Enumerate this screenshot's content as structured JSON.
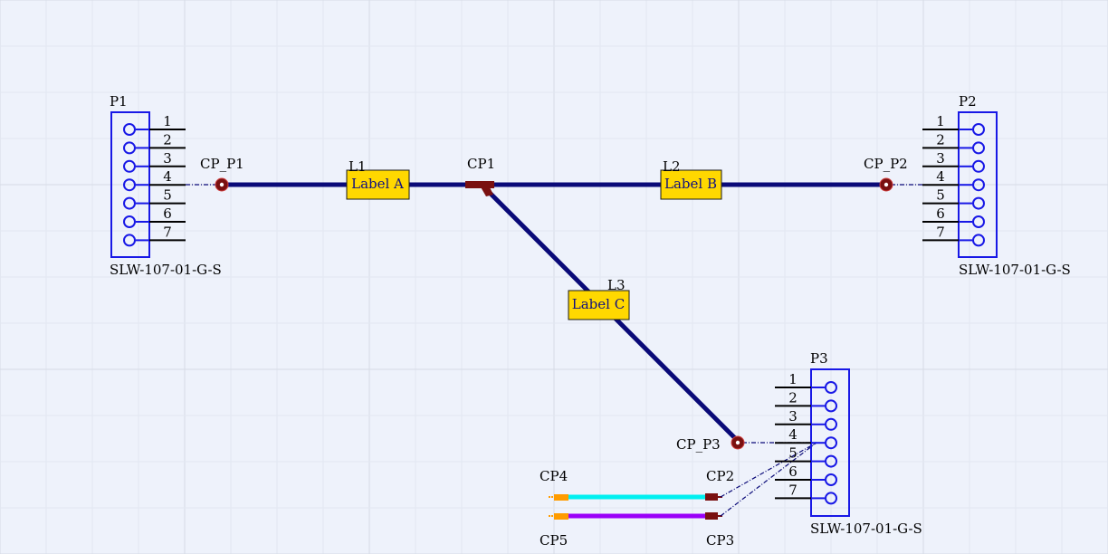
{
  "colors": {
    "background": "#eef2fb",
    "grid_minor": "#e2e7f1",
    "grid_major": "#d6dbe6",
    "wire": "#0a0a78",
    "pin_line": "#000000",
    "connector": "#1818e6",
    "junction": "#7a1010",
    "label_fill": "#ffd800",
    "label_text": "#101080",
    "cyan_wire": "#00f0f0",
    "purple_wire": "#9a00f8",
    "orange_end": "#ff9c00"
  },
  "connectors": {
    "p1": {
      "ref": "P1",
      "part": "SLW-107-01-G-S",
      "pins": [
        "1",
        "2",
        "3",
        "4",
        "5",
        "6",
        "7"
      ]
    },
    "p2": {
      "ref": "P2",
      "part": "SLW-107-01-G-S",
      "pins": [
        "1",
        "2",
        "3",
        "4",
        "5",
        "6",
        "7"
      ]
    },
    "p3": {
      "ref": "P3",
      "part": "SLW-107-01-G-S",
      "pins": [
        "1",
        "2",
        "3",
        "4",
        "5",
        "6",
        "7"
      ]
    }
  },
  "points": {
    "cp_p1": "CP_P1",
    "cp_p2": "CP_P2",
    "cp_p3": "CP_P3",
    "cp1": "CP1",
    "cp2": "CP2",
    "cp3": "CP3",
    "cp4": "CP4",
    "cp5": "CP5"
  },
  "lines": {
    "l1": {
      "ref": "L1",
      "label": "Label A"
    },
    "l2": {
      "ref": "L2",
      "label": "Label B"
    },
    "l3": {
      "ref": "L3",
      "label": "Label C"
    }
  }
}
